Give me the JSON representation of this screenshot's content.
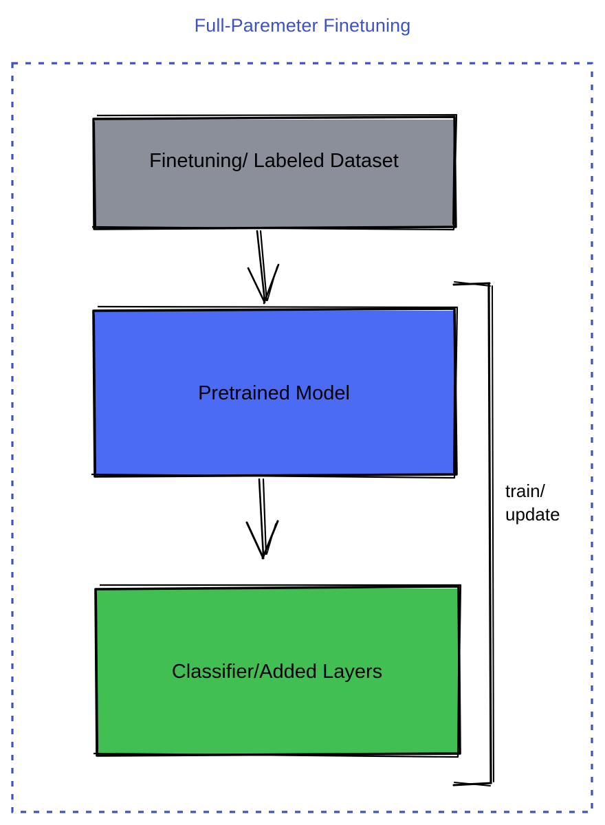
{
  "diagram": {
    "title": "Full-Paremeter Finetuning",
    "title_color": "#3d52c4",
    "container": {
      "name": "dashed-blue-boundary",
      "border_style": "dashed",
      "border_color": "#3d52c4"
    },
    "nodes": [
      {
        "id": "dataset",
        "label": "Finetuning/ Labeled Dataset",
        "fill": "#8a8f99",
        "stroke": "#000000",
        "style": "hand-drawn-rectangle"
      },
      {
        "id": "pretrained",
        "label": "Pretrained Model",
        "fill": "#4c6bf5",
        "stroke": "#000000",
        "style": "hand-drawn-rectangle"
      },
      {
        "id": "classifier",
        "label": "Classifier/Added Layers",
        "fill": "#42bf52",
        "stroke": "#000000",
        "style": "hand-drawn-rectangle"
      }
    ],
    "edges": [
      {
        "id": "dataset-to-pretrained",
        "from": "dataset",
        "to": "pretrained",
        "label": "",
        "style": "hand-drawn-arrow-down"
      },
      {
        "id": "pretrained-to-classifier",
        "from": "pretrained",
        "to": "classifier",
        "label": "",
        "style": "hand-drawn-arrow-down"
      },
      {
        "id": "feedback-loop",
        "from": "classifier",
        "to": "pretrained",
        "label_line1": "train/",
        "label_line2": "update",
        "style": "hand-drawn-bracket"
      }
    ]
  }
}
